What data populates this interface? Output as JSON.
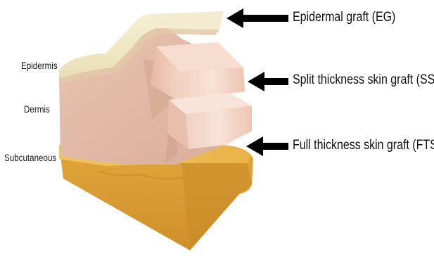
{
  "layers": {
    "epidermis": "Epidermis",
    "dermis": "Dermis",
    "subcutaneous": "Subcutaneous"
  },
  "grafts": {
    "eg": "Epidermal graft (EG)",
    "ssg": "Split thickness skin graft (SSG)",
    "ftsg": "Full thickness skin graft (FTSG)"
  },
  "colors": {
    "epidermis": "#efe9c8",
    "dermis": "#ddb4a2",
    "dermis_light": "#f4d8c8",
    "subcutaneous": "#e0a63e",
    "arrow": "#000000"
  }
}
